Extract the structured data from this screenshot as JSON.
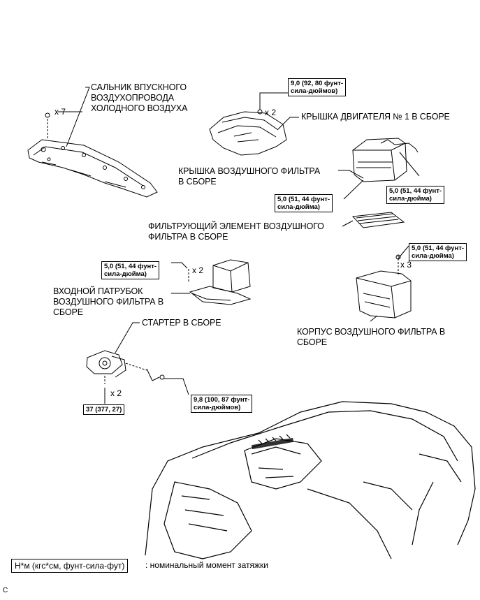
{
  "labels": {
    "cold_air_duct_seal": "САЛЬНИК ВПУСКНОГО\nВОЗДУХОПРОВОДА\nХОЛОДНОГО ВОЗДУХА",
    "engine_cover": "КРЫШКА ДВИГАТЕЛЯ № 1 В СБОРЕ",
    "air_filter_cap": "КРЫШКА ВОЗДУШНОГО ФИЛЬТРА\nВ СБОРЕ",
    "filter_element": "ФИЛЬТРУЮЩИЙ ЭЛЕМЕНТ ВОЗДУШНОГО\nФИЛЬТРА В СБОРЕ",
    "inlet_pipe": "ВХОДНОЙ ПАТРУБОК\nВОЗДУШНОГО ФИЛЬТРА В\nСБОРЕ",
    "starter": "СТАРТЕР В СБОРЕ",
    "air_filter_case": "КОРПУС ВОЗДУШНОГО ФИЛЬТРА В\nСБОРЕ"
  },
  "torques": {
    "engine_cover": "9,0 (92, 80 фунт-\nсила-дюймов)",
    "cap_left": "5,0 (51, 44 фунт-\nсила-дюйма)",
    "cap_right": "5,0 (51, 44 фунт-\nсила-дюйма)",
    "case": "5,0 (51, 44 фунт-\nсила-дюйма)",
    "inlet": "5,0 (51, 44 фунт-\nсила-дюйма)",
    "starter_terminal": "9,8 (100, 87 фунт-\nсила-дюймов)",
    "starter_bolt": "37 (377, 27)"
  },
  "counts": {
    "seal_clips": "x 7",
    "cover_nuts": "x 2",
    "case_bolts": "x 3",
    "inlet_bolts": "x 2",
    "starter_bolts": "x 2"
  },
  "legend": {
    "units": "Н*м (кгс*см, фунт-сила-фут)",
    "text": ": номинальный момент затяжки"
  },
  "figure_id": "C"
}
